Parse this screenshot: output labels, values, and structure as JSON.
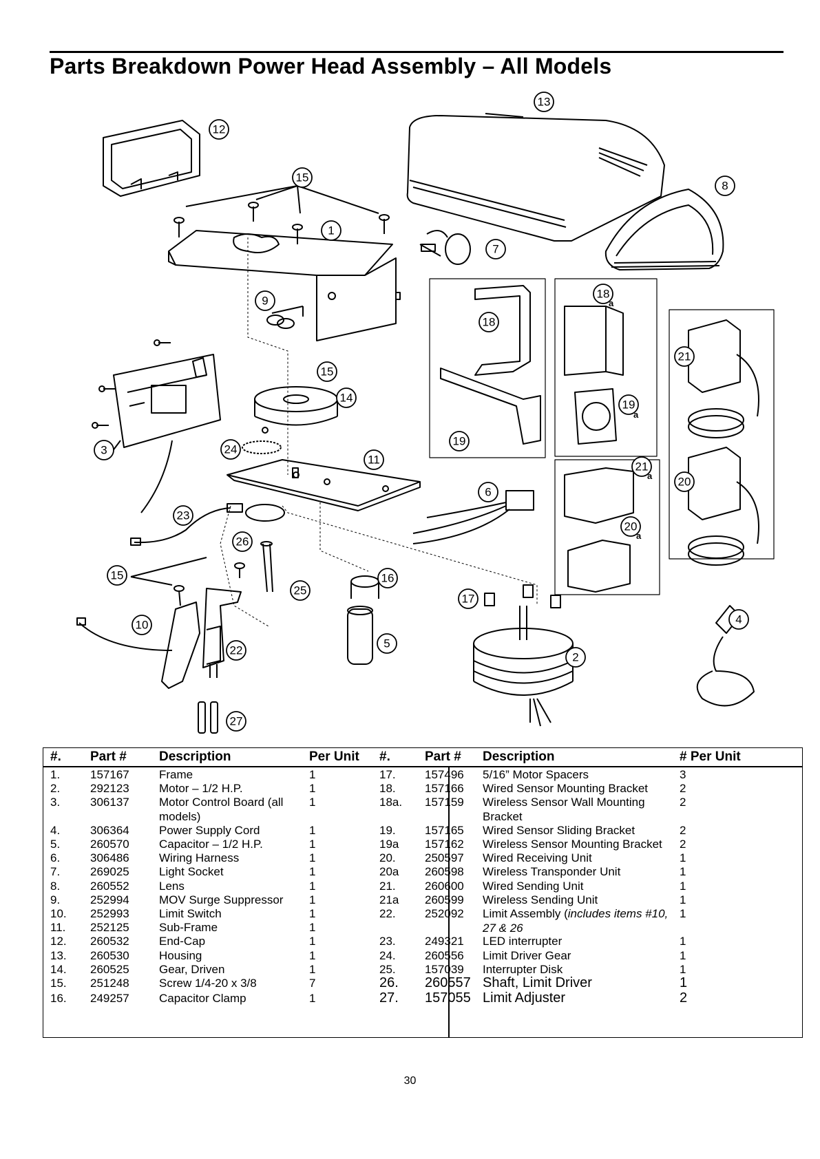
{
  "page": {
    "title": "Parts Breakdown Power Head Assembly – All Models",
    "page_number": "30"
  },
  "diagram": {
    "callouts": [
      "1",
      "2",
      "3",
      "4",
      "5",
      "6",
      "7",
      "8",
      "9",
      "10",
      "11",
      "12",
      "13",
      "14",
      "15",
      "15",
      "15",
      "16",
      "17",
      "18",
      "18",
      "19",
      "19",
      "20",
      "20",
      "21",
      "21",
      "22",
      "23",
      "24",
      "25",
      "26",
      "27"
    ],
    "suffix_letter": "a"
  },
  "table": {
    "headers": {
      "left": [
        "#.",
        "Part #",
        "Description",
        "Per Unit"
      ],
      "right": [
        "#.",
        "Part #",
        "Description",
        "# Per Unit"
      ]
    },
    "left_rows": [
      [
        "1.",
        "157167",
        "Frame",
        "1"
      ],
      [
        "2.",
        "292123",
        "Motor – 1/2 H.P.",
        "1"
      ],
      [
        "3.",
        "306137",
        "Motor Control Board (all models)",
        "1"
      ],
      [
        "4.",
        "306364",
        "Power Supply Cord",
        "1"
      ],
      [
        "5.",
        "260570",
        "Capacitor – 1/2 H.P.",
        "1"
      ],
      [
        "6.",
        "306486",
        "Wiring Harness",
        "1"
      ],
      [
        "7.",
        "269025",
        "Light Socket",
        "1"
      ],
      [
        "8.",
        "260552",
        "Lens",
        "1"
      ],
      [
        "9.",
        "252994",
        "MOV Surge Suppressor",
        "1"
      ],
      [
        "10.",
        "252993",
        "Limit Switch",
        "1"
      ],
      [
        "11.",
        "252125",
        "Sub-Frame",
        "1"
      ],
      [
        "12.",
        "260532",
        "End-Cap",
        "1"
      ],
      [
        "13.",
        "260530",
        "Housing",
        "1"
      ],
      [
        "14.",
        "260525",
        "Gear, Driven",
        "1"
      ],
      [
        "15.",
        "251248",
        "Screw 1/4-20 x 3/8",
        "7"
      ],
      [
        "16.",
        "249257",
        "Capacitor Clamp",
        "1"
      ]
    ],
    "right_rows": [
      [
        "17.",
        "157496",
        "5/16” Motor Spacers",
        "3"
      ],
      [
        "18.",
        "157166",
        "Wired Sensor Mounting Bracket",
        "2"
      ],
      [
        "18a.",
        "157159",
        "Wireless Sensor Wall Mounting Bracket",
        "2"
      ],
      [
        "19.",
        "157165",
        "Wired Sensor Sliding Bracket",
        "2"
      ],
      [
        "19a",
        "157162",
        "Wireless Sensor Mounting Bracket",
        "2"
      ],
      [
        "20.",
        "250597",
        "Wired Receiving Unit",
        "1"
      ],
      [
        "20a",
        "260598",
        "Wireless Transponder Unit",
        "1"
      ],
      [
        "21.",
        "260600",
        "Wired Sending Unit",
        "1"
      ],
      [
        "21a",
        "260599",
        "Wireless Sending Unit",
        "1"
      ],
      [
        "22.",
        "252092",
        "Limit Assembly (",
        "1",
        "includes items #10, 27 & 26"
      ],
      [
        "23.",
        "249321",
        "LED interrupter",
        "1"
      ],
      [
        "24.",
        "260556",
        "Limit Driver Gear",
        "1"
      ],
      [
        "25.",
        "157039",
        "Interrupter Disk",
        "1"
      ],
      [
        "26.",
        "260557",
        "Shaft, Limit Driver",
        "1"
      ],
      [
        "27.",
        "157055",
        "Limit Adjuster",
        "2"
      ]
    ]
  }
}
